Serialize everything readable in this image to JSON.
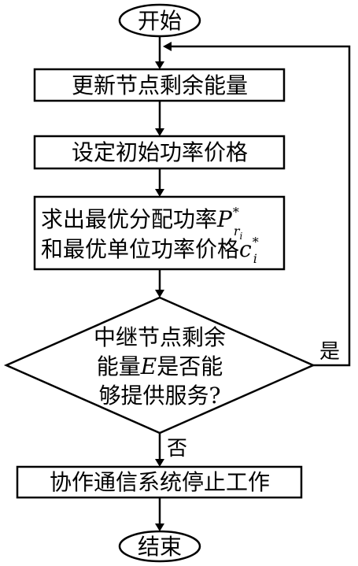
{
  "nodes": {
    "start": "开始",
    "update": "更新节点剩余能量",
    "init_price": "设定初始功率价格",
    "solve_line1_text": "求出最优分配功率",
    "solve_line1_var": "P",
    "solve_line1_sup": "*",
    "solve_line1_sub": "r",
    "solve_line1_subsub": "i",
    "solve_line2_text": "和最优单位功率价格",
    "solve_line2_var": "c",
    "solve_line2_sup": "*",
    "solve_line2_sub": "i",
    "decision_line1": "中继节点剩余",
    "decision_line2_a": "能量",
    "decision_line2_var": "E",
    "decision_line2_b": "是否能",
    "decision_line3": "够提供服务?",
    "stop": "协作通信系统停止工作",
    "end": "结束"
  },
  "branches": {
    "yes": "是",
    "no": "否"
  }
}
